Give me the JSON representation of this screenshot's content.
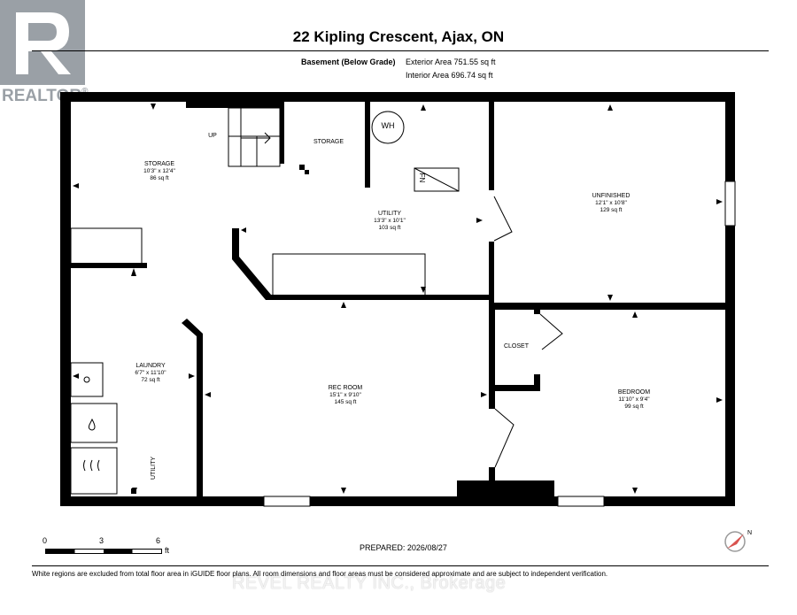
{
  "header": {
    "title": "22 Kipling Crescent, Ajax, ON",
    "level_label": "Basement (Below Grade)",
    "exterior_area": "Exterior Area 751.55 sq ft",
    "interior_area": "Interior Area 696.74 sq ft"
  },
  "logo": {
    "text": "REALTOR",
    "mark": "®",
    "color": "#9aa0a6"
  },
  "rooms": {
    "storage_left": {
      "name": "STORAGE",
      "dims": "10'3\" x 12'4\"",
      "area": "86 sq ft"
    },
    "storage_small": {
      "name": "STORAGE"
    },
    "up": {
      "name": "UP"
    },
    "utility": {
      "name": "UTILITY",
      "dims": "13'3\" x 10'1\"",
      "area": "103 sq ft"
    },
    "unfinished": {
      "name": "UNFINISHED",
      "dims": "12'1\" x 10'8\"",
      "area": "129 sq ft"
    },
    "laundry": {
      "name": "LAUNDRY",
      "dims": "6'7\" x 11'10\"",
      "area": "72 sq ft"
    },
    "rec_room": {
      "name": "REC ROOM",
      "dims": "15'1\" x 9'10\"",
      "area": "145 sq ft"
    },
    "closet": {
      "name": "CLOSET"
    },
    "bedroom": {
      "name": "BEDROOM",
      "dims": "11'10\" x 9'4\"",
      "area": "99 sq ft"
    },
    "utility_small": {
      "name": "UTILITY"
    },
    "water_heater": {
      "name": "WH"
    },
    "furnace": {
      "name": "FN"
    }
  },
  "scale": {
    "tick0": "0",
    "tick1": "3",
    "tick2": "6",
    "unit": "ft"
  },
  "prepared": "PREPARED: 2026/08/27",
  "disclaimer": "White regions are excluded from total floor area in iGUIDE floor plans. All room dimensions and floor areas must be considered approximate and are subject to independent verification.",
  "watermark": "REVEL REALTY INC., Brokerage",
  "compass": {
    "north": "N",
    "color": "#d9534f"
  }
}
